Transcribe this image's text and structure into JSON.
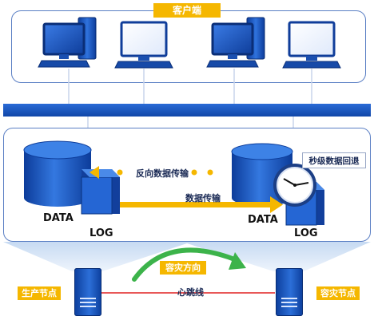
{
  "clients": {
    "title": "客户端"
  },
  "production_db": {
    "data_label": "DATA",
    "log_label": "LOG"
  },
  "backup_db": {
    "data_label": "DATA",
    "log_label": "LOG",
    "recovery_label": "秒级数据回退"
  },
  "flows": {
    "reverse_label": "反向数据传输",
    "forward_label": "数据传输"
  },
  "nodes": {
    "production_label": "生产节点",
    "dr_label": "容灾节点",
    "direction_label": "容灾方向",
    "heartbeat_label": "心跳线"
  },
  "colors": {
    "accent": "#f5b700",
    "primary_blue": "#1a55c4",
    "heartbeat": "#e02020",
    "direction_arrow": "#3cb34a"
  }
}
